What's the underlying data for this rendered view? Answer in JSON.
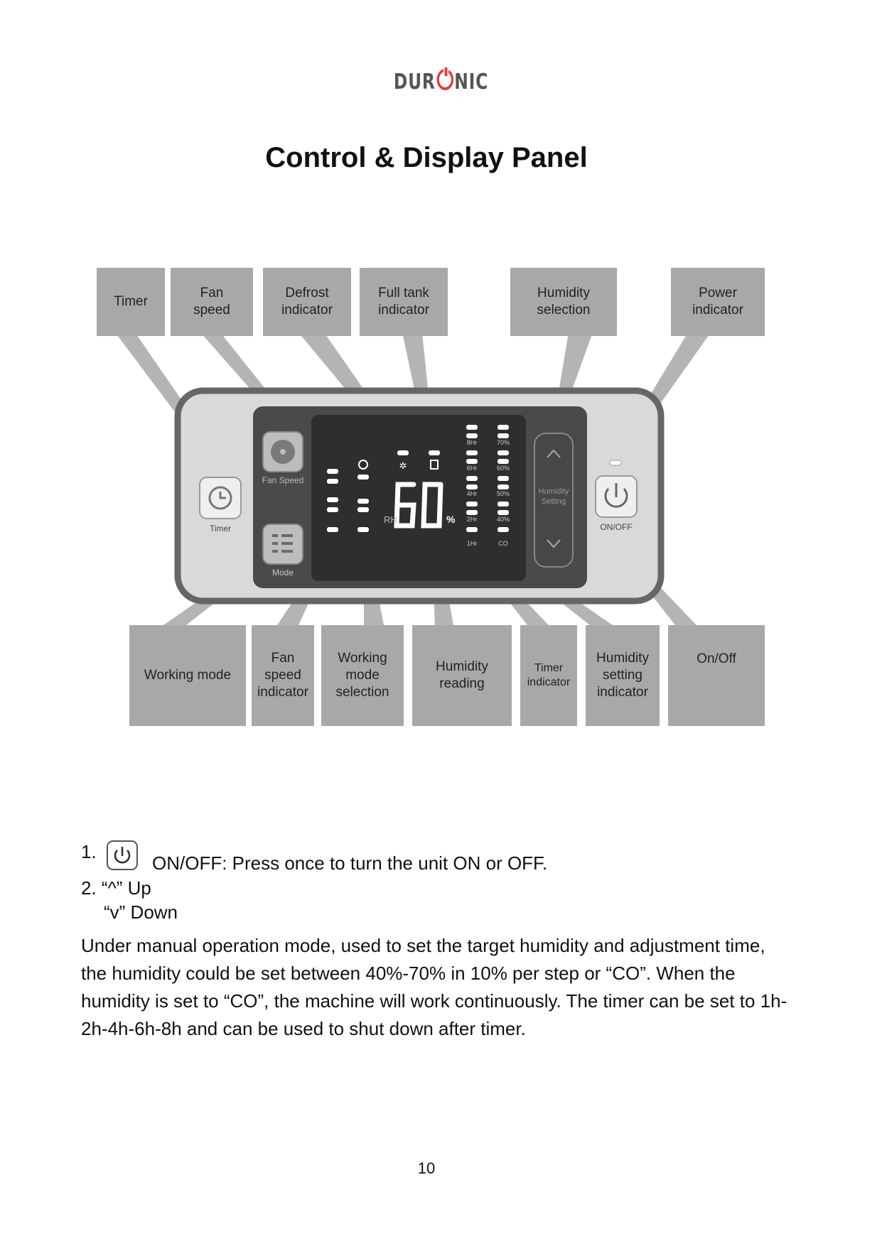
{
  "header": {
    "logo_text_left": "DUR",
    "logo_text_right": "NIC"
  },
  "page_title": "Control & Display Panel",
  "callouts_top": [
    "Timer",
    "Fan\nspeed",
    "Defrost\nindicator",
    "Full tank\nindicator",
    "Humidity\n   selection",
    "Power\nindicator"
  ],
  "callouts_bottom": [
    "Working mode",
    "Fan\nspeed\nindicator",
    "Working\nmode\nselection",
    "Humidity\nreading",
    "Timer\nindicator",
    "Humidity\nsetting\nindicator",
    "On/Off"
  ],
  "panel": {
    "fan_speed_label": "Fan Speed",
    "timer_label": "Timer",
    "mode_label": "Mode",
    "onoff_label": "ON/OFF",
    "humidity_setting_label": "Humidity\nSetting",
    "display_value": "60",
    "rh_label": "RH",
    "percent_label": "%",
    "timer_levels": [
      "8Hr",
      "6Hr",
      "4Hr",
      "2Hr",
      "1Hr"
    ],
    "humidity_levels": [
      "70%",
      "60%",
      "50%",
      "40%",
      "CO"
    ]
  },
  "instructions": {
    "item1_number": "1.",
    "item1_text": "ON/OFF: Press once to turn the unit ON or OFF.",
    "item2_line1": "2. “^” Up",
    "item2_line2": "“v” Down",
    "paragraph": "Under manual operation mode, used to set the target humidity and adjustment time, the humidity could be set between 40%-70% in 10% per step or “CO”. When the humidity is set to “CO”, the machine will work continuously. The timer can be set to 1h-2h-4h-6h-8h and can be used to shut down after timer."
  },
  "page_number": "10",
  "colors": {
    "callout_bg": "#a8a8a8",
    "display_bg": "#2e2e2e",
    "segment": "#ffffff",
    "logo_accent": "#e03b3b"
  }
}
